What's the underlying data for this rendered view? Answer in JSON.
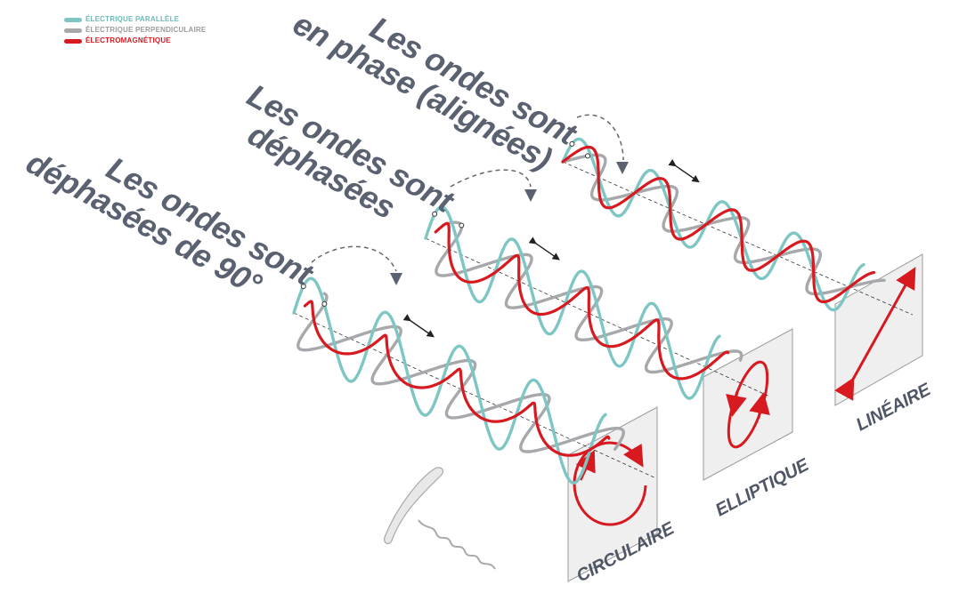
{
  "legend": [
    {
      "label": "ÉLECTRIQUE PARALLÈLE",
      "color": "#7ec6c4"
    },
    {
      "label": "ÉLECTRIQUE PERPENDICULAIRE",
      "color": "#a6a8ab"
    },
    {
      "label": "ÉLECTROMAGNÉTIQUE",
      "color": "#d71920"
    }
  ],
  "headings": {
    "in_phase": [
      "Les ondes sont",
      "en phase (alignées)"
    ],
    "out_of_phase": [
      "Les ondes sont",
      "déphasées"
    ],
    "out_of_phase_90": [
      "Les ondes sont",
      "déphasées de 90°"
    ]
  },
  "polarizations": {
    "circular": "CIRCULAIRE",
    "elliptical": "ELLIPTIQUE",
    "linear": "LINÉAIRE"
  },
  "colors": {
    "parallel": "#7ec6c4",
    "perpendicular": "#a6a8ab",
    "electromagnetic": "#d71920",
    "text": "#5a6170",
    "panel_fill": "#efefef",
    "panel_stroke": "#9a9a9a"
  },
  "icons": [
    "corkscrew-icon"
  ]
}
